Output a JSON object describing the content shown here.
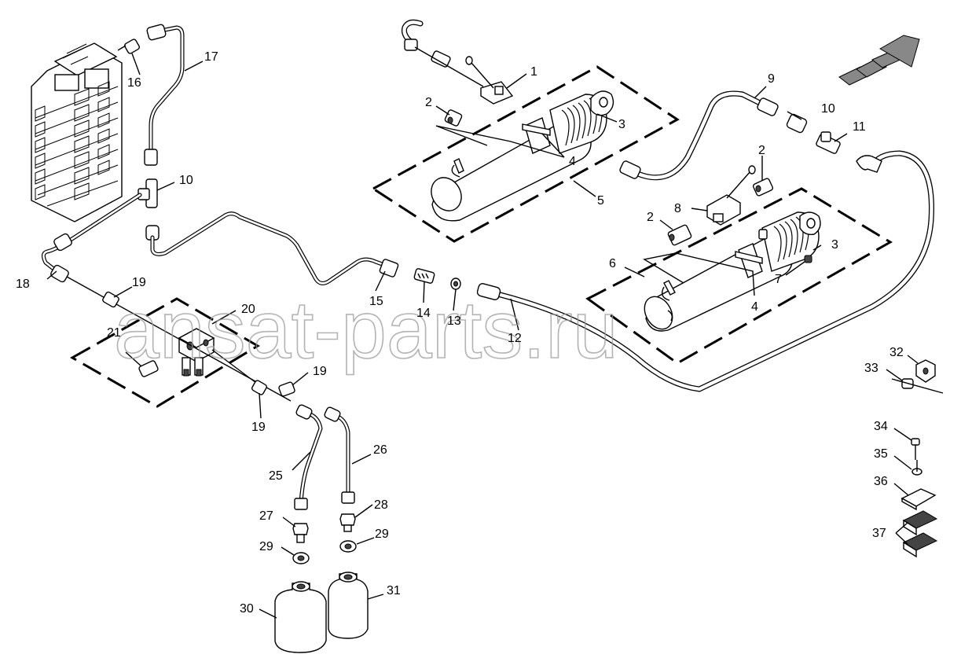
{
  "diagram": {
    "watermark": "ansat-parts.ru",
    "callouts": {
      "c1": "1",
      "c2a": "2",
      "c2b": "2",
      "c2c": "2",
      "c3a": "3",
      "c3b": "3",
      "c4a": "4",
      "c4b": "4",
      "c5": "5",
      "c6": "6",
      "c7": "7",
      "c8": "8",
      "c9": "9",
      "c10a": "10",
      "c10b": "10",
      "c11": "11",
      "c12": "12",
      "c13": "13",
      "c14": "14",
      "c15": "15",
      "c16": "16",
      "c17": "17",
      "c18": "18",
      "c19a": "19",
      "c19b": "19",
      "c19c": "19",
      "c20": "20",
      "c21": "21",
      "c25": "25",
      "c26": "26",
      "c27": "27",
      "c28": "28",
      "c29a": "29",
      "c29b": "29",
      "c30": "30",
      "c31": "31",
      "c32": "32",
      "c33": "33",
      "c34": "34",
      "c35": "35",
      "c36": "36",
      "c37": "37"
    }
  }
}
